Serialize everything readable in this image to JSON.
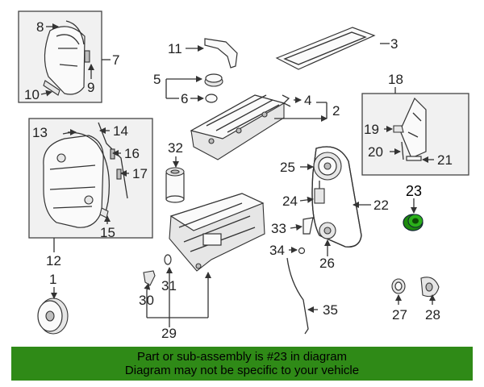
{
  "callouts": [
    "1",
    "2",
    "3",
    "4",
    "5",
    "6",
    "7",
    "8",
    "9",
    "10",
    "11",
    "12",
    "13",
    "14",
    "15",
    "16",
    "17",
    "18",
    "19",
    "20",
    "21",
    "22",
    "23",
    "24",
    "25",
    "26",
    "27",
    "28",
    "29",
    "30",
    "31",
    "32",
    "33",
    "34",
    "35"
  ],
  "highlight_callout": "23",
  "banner": {
    "line1": "Part or sub-assembly is #23 in diagram",
    "line2": "Diagram may not be specific to your vehicle"
  },
  "colors": {
    "banner_bg": "#2f8a17",
    "highlight_part": "#1e8a0e"
  }
}
